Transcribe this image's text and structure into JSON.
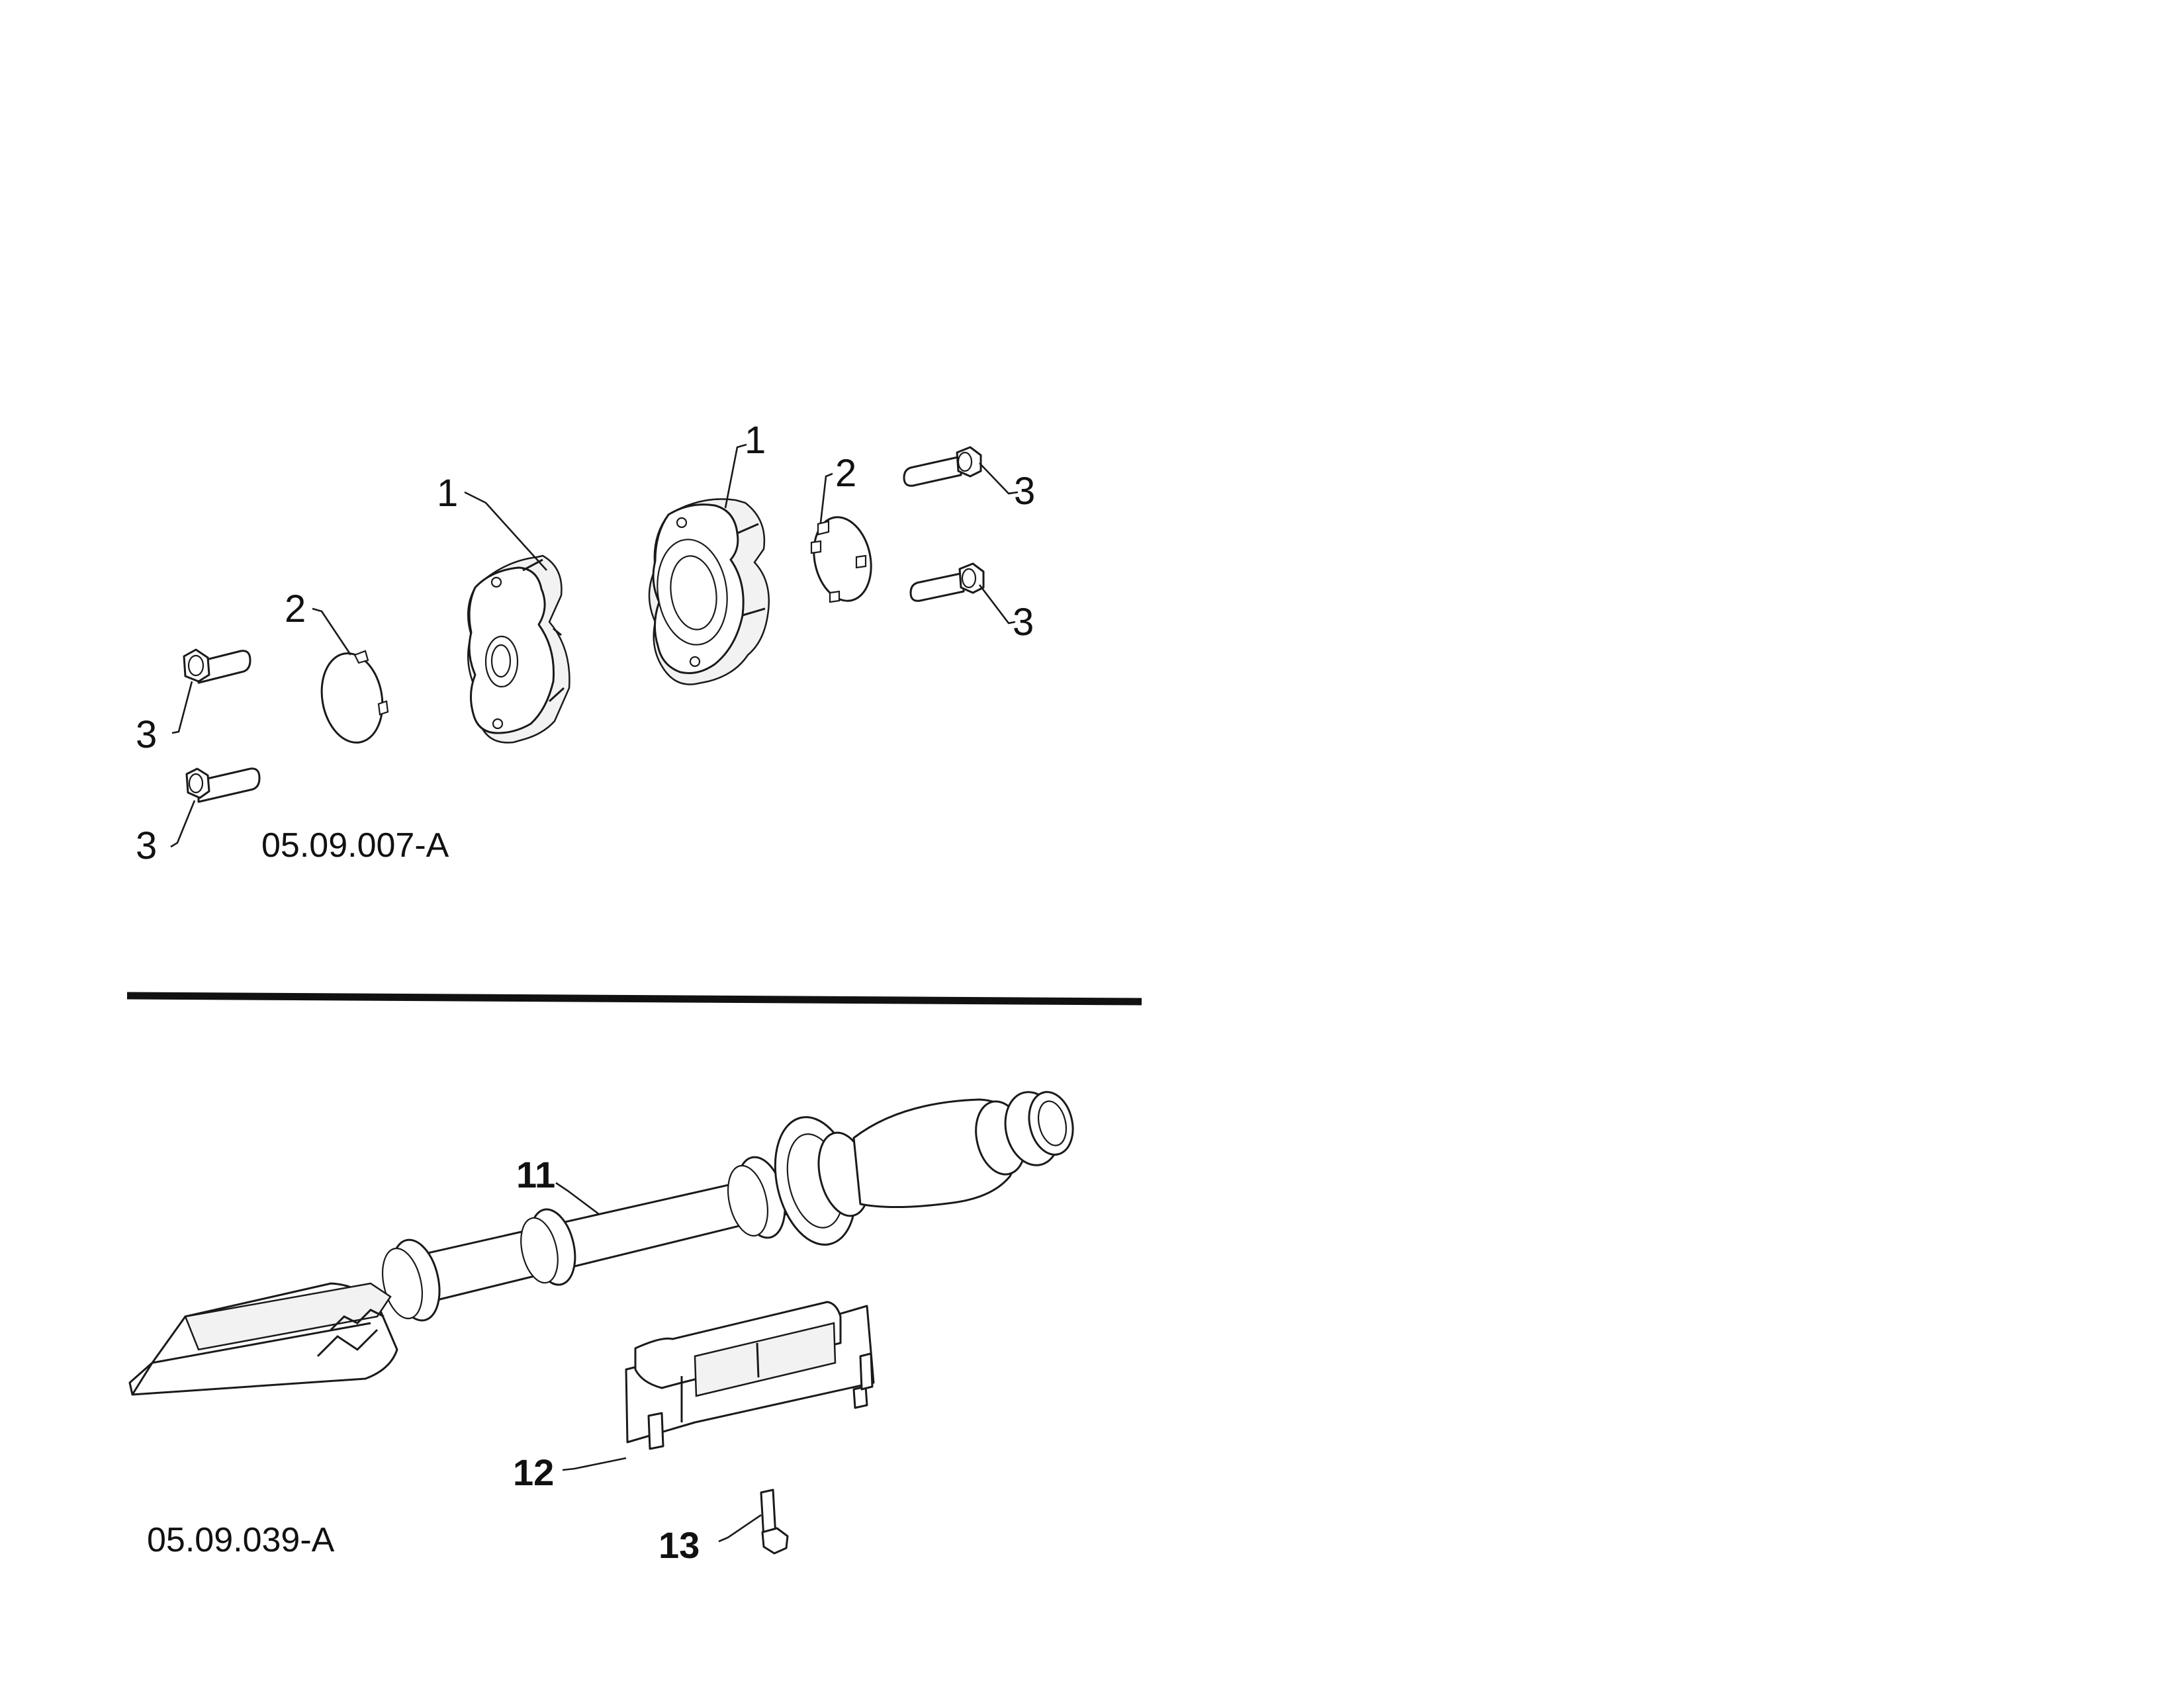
{
  "figures": [
    {
      "code": "05.09.007-A",
      "callouts": [
        "1",
        "1",
        "2",
        "2",
        "3",
        "3",
        "3",
        "3"
      ]
    },
    {
      "code": "05.09.039-A",
      "callouts": [
        "11",
        "12",
        "13"
      ]
    }
  ],
  "divider_color": "#111111"
}
